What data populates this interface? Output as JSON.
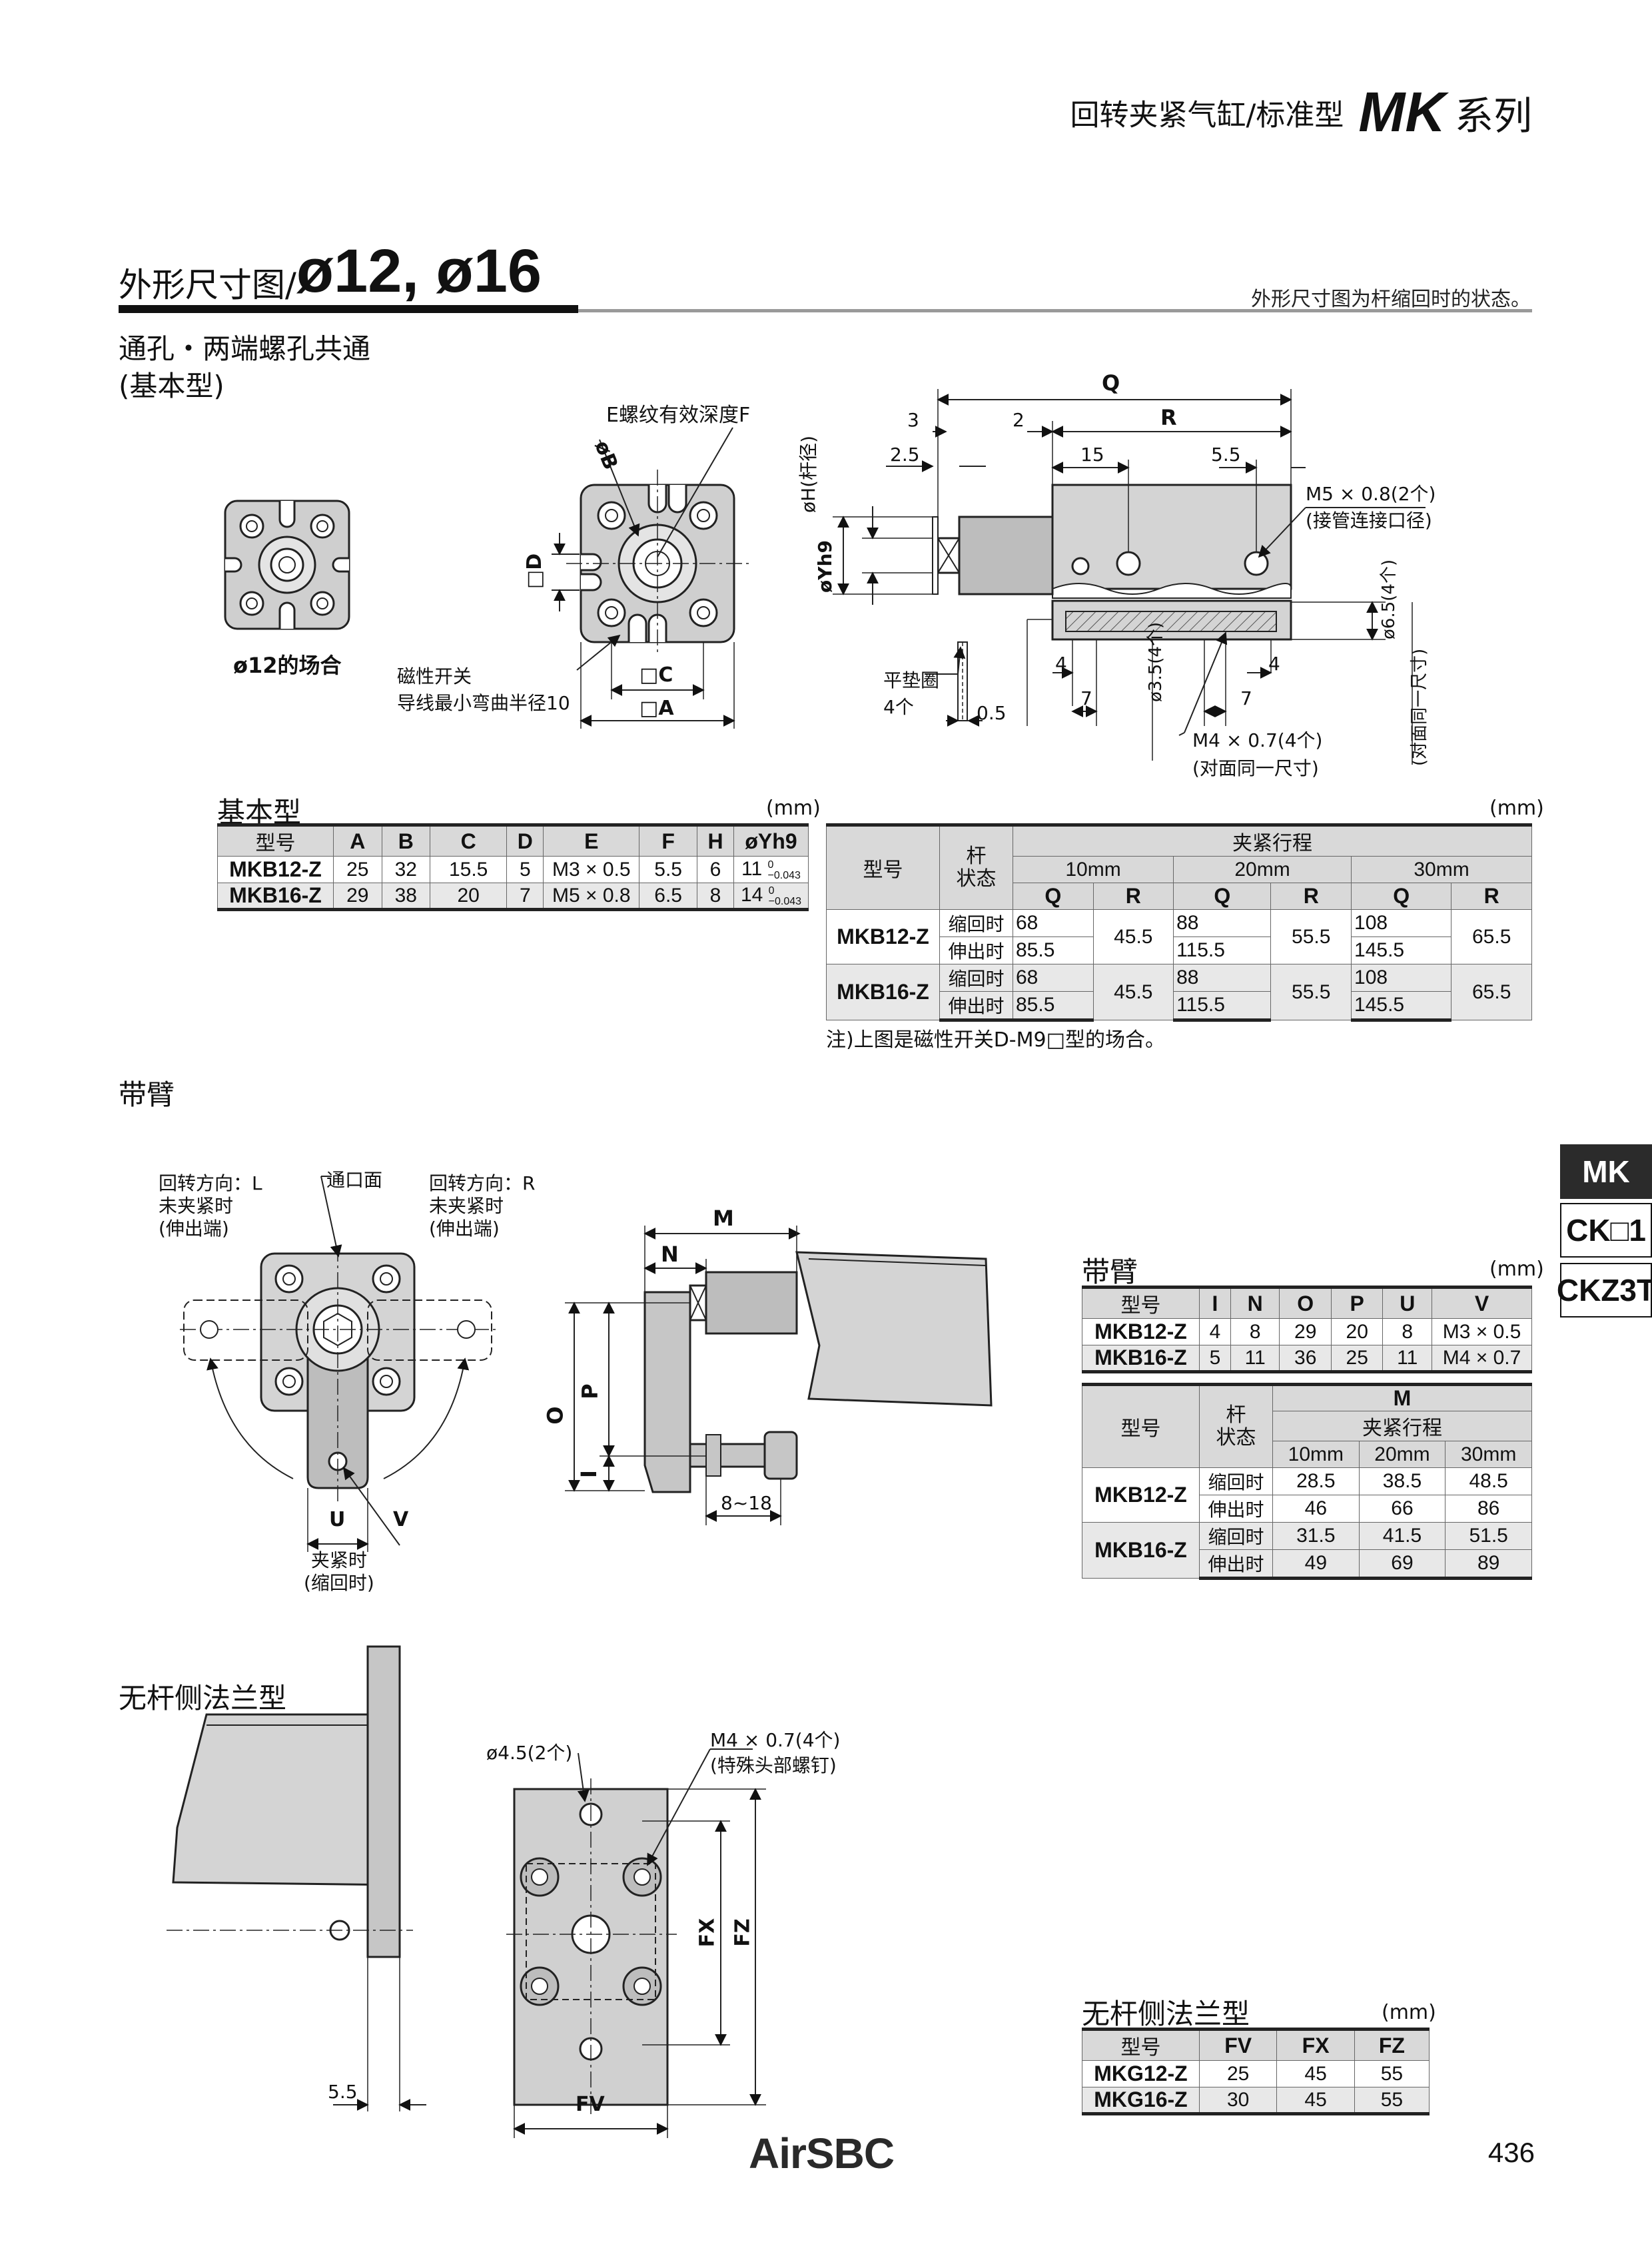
{
  "header": {
    "subtitle": "回转夹紧气缸/标准型",
    "brand": "MK",
    "series": "系列"
  },
  "section": {
    "title_zh": "外形尺寸图/",
    "title_sizes": "ø12, ø16",
    "note": "外形尺寸图为杆缩回时的状态。"
  },
  "subsections": {
    "basic_line1": "通孔・两端螺孔共通",
    "basic_line2": "(基本型)",
    "arm": "带臂",
    "flange": "无杆侧法兰型"
  },
  "side_tabs": [
    "MK",
    "CK□1",
    "CKZ3T"
  ],
  "diagram_basic": {
    "caption_front": "ø12的场合",
    "label_E": "E螺纹有效深度F",
    "label_B": "øB",
    "label_D": "□D",
    "label_C": "□C",
    "label_A": "□A",
    "switch_line1": "磁性开关",
    "switch_line2": "导线最小弯曲半径10",
    "label_Q": "Q",
    "label_R": "R",
    "dim_3": "3",
    "dim_2": "2",
    "dim_2_5": "2.5",
    "dim_15": "15",
    "dim_5_5": "5.5",
    "label_H": "øH(杆径)",
    "label_Yh9": "øYh9",
    "port_line1": "M5 × 0.8(2个)",
    "port_line2": "(接管连接口径)",
    "label_6_5": "ø6.5(4个)",
    "label_3_5": "ø3.5(4个)",
    "label_opp": "(对面同一尺寸)",
    "washer_line1": "平垫圈",
    "washer_line2": "4个",
    "dim_0_5": "0.5",
    "dim_4a": "4",
    "dim_7a": "7",
    "dim_4b": "4",
    "dim_7b": "7",
    "thread_line1": "M4 × 0.7(4个)",
    "thread_line2": "(对面同一尺寸)"
  },
  "table_basic": {
    "title": "基本型",
    "unit": "(mm)",
    "headers": [
      "型号",
      "A",
      "B",
      "C",
      "D",
      "E",
      "F",
      "H",
      "øYh9"
    ],
    "rows": [
      [
        "MKB12-Z",
        "25",
        "32",
        "15.5",
        "5",
        "M3 × 0.5",
        "5.5",
        "6",
        "11",
        "0",
        "−0.043"
      ],
      [
        "MKB16-Z",
        "29",
        "38",
        "20",
        "7",
        "M5 × 0.8",
        "6.5",
        "8",
        "14",
        "0",
        "−0.043"
      ]
    ]
  },
  "table_stroke": {
    "unit": "(mm)",
    "h_model": "型号",
    "h_state": "杆\n状态",
    "h_stroke": "夹紧行程",
    "strokes": [
      "10mm",
      "20mm",
      "30mm"
    ],
    "qr": [
      "Q",
      "R",
      "Q",
      "R",
      "Q",
      "R"
    ],
    "rows": [
      {
        "model": "MKB12-Z",
        "states": [
          "缩回时",
          "伸出时"
        ],
        "q": [
          [
            "68",
            "85.5"
          ],
          [
            "88",
            "115.5"
          ],
          [
            "108",
            "145.5"
          ]
        ],
        "r": [
          "45.5",
          "55.5",
          "65.5"
        ]
      },
      {
        "model": "MKB16-Z",
        "states": [
          "缩回时",
          "伸出时"
        ],
        "q": [
          [
            "68",
            "85.5"
          ],
          [
            "88",
            "115.5"
          ],
          [
            "108",
            "145.5"
          ]
        ],
        "r": [
          "45.5",
          "55.5",
          "65.5"
        ]
      }
    ],
    "note": "注)上图是磁性开关D-M9□型的场合。"
  },
  "diagram_arm": {
    "rotL_1": "回转方向：L",
    "rotL_2": "未夹紧时",
    "rotL_3": "(伸出端)",
    "port": "通口面",
    "rotR_1": "回转方向：R",
    "rotR_2": "未夹紧时",
    "rotR_3": "(伸出端)",
    "label_U": "U",
    "label_V": "V",
    "clamp_1": "夹紧时",
    "clamp_2": "(缩回时)",
    "label_M": "M",
    "label_N": "N",
    "label_O": "O",
    "label_P": "P",
    "label_I": "I",
    "range": "8~18"
  },
  "table_arm": {
    "title": "带臂",
    "unit": "(mm)",
    "headers": [
      "型号",
      "I",
      "N",
      "O",
      "P",
      "U",
      "V"
    ],
    "rows": [
      [
        "MKB12-Z",
        "4",
        "8",
        "29",
        "20",
        "8",
        "M3 × 0.5"
      ],
      [
        "MKB16-Z",
        "5",
        "11",
        "36",
        "25",
        "11",
        "M4 × 0.7"
      ]
    ]
  },
  "table_arm_m": {
    "h_model": "型号",
    "h_state": "杆\n状态",
    "h_m": "M",
    "h_stroke": "夹紧行程",
    "strokes": [
      "10mm",
      "20mm",
      "30mm"
    ],
    "rows": [
      {
        "model": "MKB12-Z",
        "states": [
          "缩回时",
          "伸出时"
        ],
        "vals": [
          [
            "28.5",
            "38.5",
            "48.5"
          ],
          [
            "46",
            "66",
            "86"
          ]
        ]
      },
      {
        "model": "MKB16-Z",
        "states": [
          "缩回时",
          "伸出时"
        ],
        "vals": [
          [
            "31.5",
            "41.5",
            "51.5"
          ],
          [
            "49",
            "69",
            "89"
          ]
        ]
      }
    ]
  },
  "diagram_flange": {
    "hole": "ø4.5(2个)",
    "screw_1": "M4 × 0.7(4个)",
    "screw_2": "(特殊头部螺钉)",
    "label_FX": "FX",
    "label_FZ": "FZ",
    "label_FV": "FV",
    "dim_5_5": "5.5"
  },
  "table_flange": {
    "title": "无杆侧法兰型",
    "unit": "(mm)",
    "headers": [
      "型号",
      "FV",
      "FX",
      "FZ"
    ],
    "rows": [
      [
        "MKG12-Z",
        "25",
        "45",
        "55"
      ],
      [
        "MKG16-Z",
        "30",
        "45",
        "55"
      ]
    ]
  },
  "footer": {
    "logo": "AirSBC",
    "page": "436"
  }
}
